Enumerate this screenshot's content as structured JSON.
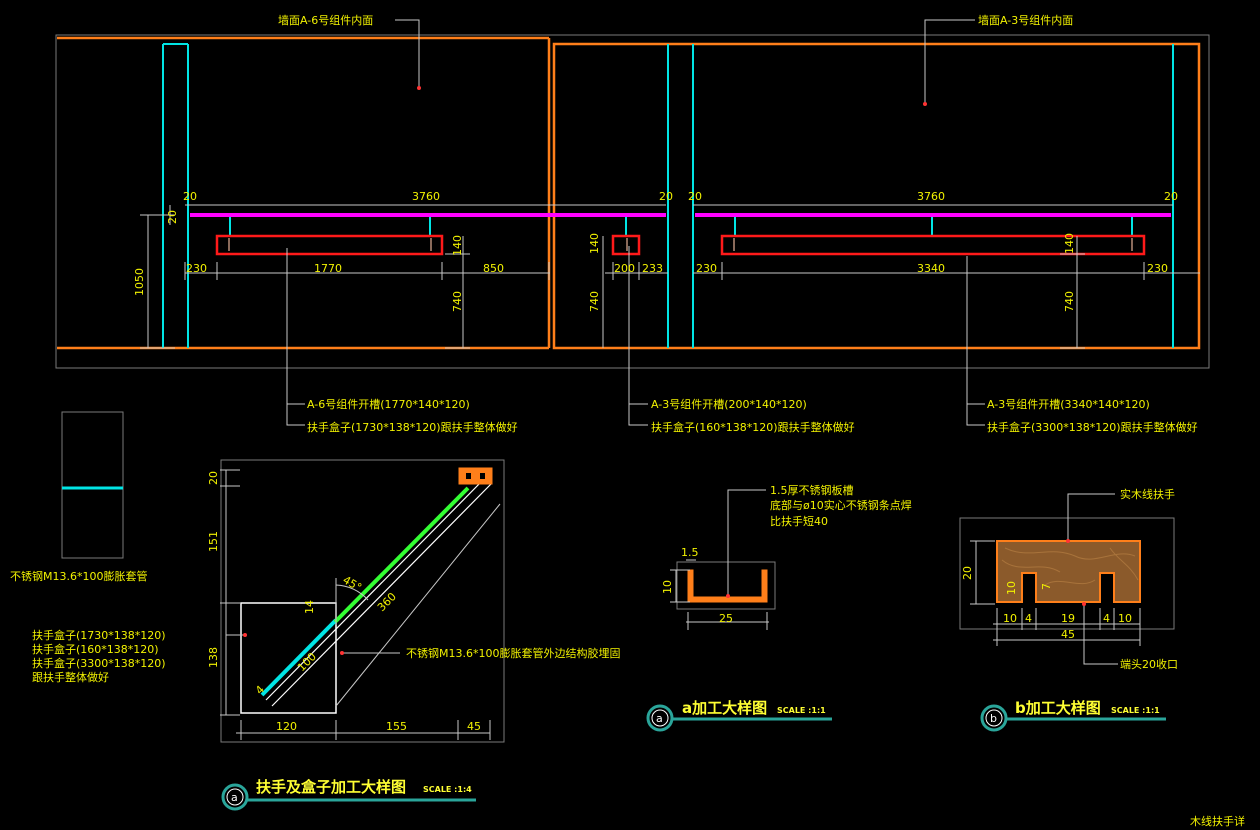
{
  "drawing": {
    "wall_labels": {
      "a6_inner": "墙面A-6号组件内面",
      "a3_inner": "墙面A-3号组件内面"
    },
    "elevation_dims": {
      "gap_20": "20",
      "span_3760": "3760",
      "h_1050": "1050",
      "h_140": "140",
      "h_740": "740",
      "w_230": "230",
      "w_1770": "1770",
      "w_850": "850",
      "w_200": "200",
      "w_233": "233",
      "w_3340": "3340"
    },
    "callouts": {
      "a6_slot": "A-6号组件开槽(1770*140*120)",
      "a6_box": "扶手盒子(1730*138*120)跟扶手整体做好",
      "a3_small_slot": "A-3号组件开槽(200*140*120)",
      "a3_small_box": "扶手盒子(160*138*120)跟扶手整体做好",
      "a3_slot": "A-3号组件开槽(3340*140*120)",
      "a3_box": "扶手盒子(3300*138*120)跟扶手整体做好"
    },
    "section": {
      "tube_label": "不锈钢M13.6*100膨胀套管",
      "box_lines": [
        "扶手盒子(1730*138*120)",
        "扶手盒子(160*138*120)",
        "扶手盒子(3300*138*120)",
        "跟扶手整体做好"
      ],
      "embed_label": "不锈钢M13.6*100膨胀套管外边结构胶埋固",
      "dims": {
        "d20": "20",
        "d151": "151",
        "d138": "138",
        "d120": "120",
        "d155": "155",
        "d45": "45",
        "d360": "360",
        "d100": "100",
        "d14": "14",
        "angle": "45°",
        "d4": "4"
      }
    },
    "detail_a": {
      "lines": [
        "1.5厚不锈钢板槽",
        "底部与ø10实心不锈钢条点焊",
        "比扶手短40"
      ],
      "dims": {
        "t": "1.5",
        "h": "10",
        "w": "25"
      }
    },
    "detail_b": {
      "handrail_label": "实木线扶手",
      "end_label": "端头20收口",
      "dims": {
        "h20": "20",
        "h10": "10",
        "h7": "7",
        "w10a": "10",
        "w4a": "4",
        "w19": "19",
        "w4b": "4",
        "w10b": "10",
        "w45": "45"
      }
    },
    "titles": {
      "main": {
        "bubble": "a",
        "text": "扶手及盒子加工大样图",
        "scale": "SCALE :1:4"
      },
      "a": {
        "bubble": "a",
        "text": "a加工大样图",
        "scale": "SCALE :1:1"
      },
      "b": {
        "bubble": "b",
        "text": "b加工大样图",
        "scale": "SCALE :1:1"
      }
    },
    "corner_text": "木线扶手详"
  },
  "colors": {
    "orange": "#ff7f1a",
    "cyan": "#00e5e5",
    "magenta": "#ff00ff",
    "red": "#ff1a1a",
    "yellow": "#f2f200",
    "green": "#33ff33",
    "grey": "#c8c8c8",
    "teal": "#2aa59a"
  }
}
